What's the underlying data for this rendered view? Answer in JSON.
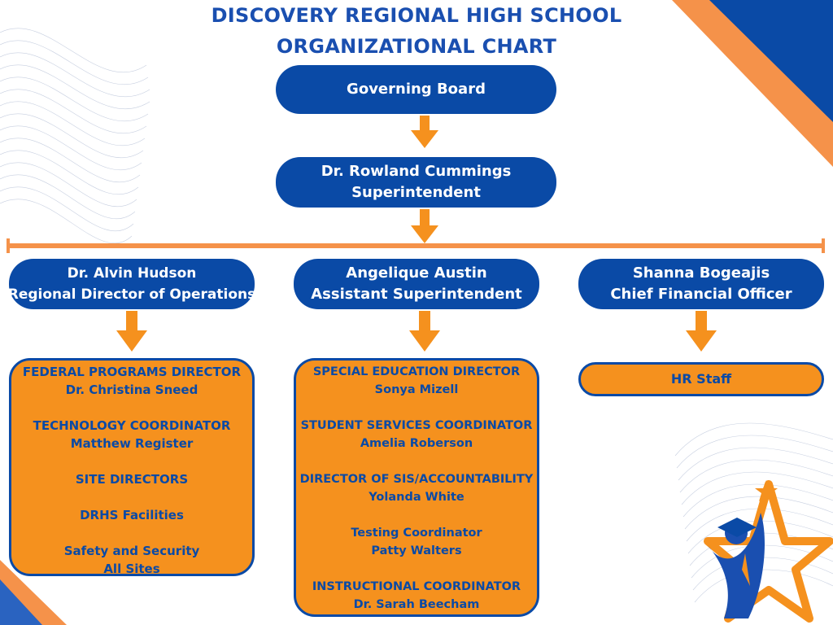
{
  "title": {
    "line1": "DISCOVERY REGIONAL HIGH SCHOOL",
    "line2": "ORGANIZATIONAL CHART"
  },
  "governing_board": "Governing Board",
  "superintendent": {
    "name": "Dr. Rowland Cummings",
    "role": "Superintendent"
  },
  "branches": [
    {
      "name": "Dr. Alvin Hudson",
      "role": "Regional Director of Operations",
      "reports": [
        [
          "FEDERAL PROGRAMS DIRECTOR",
          "Dr. Christina Sneed"
        ],
        [
          "TECHNOLOGY  COORDINATOR",
          "Matthew Register"
        ],
        [
          "SITE DIRECTORS"
        ],
        [
          "DRHS Facilities"
        ],
        [
          "Safety and Security",
          "All Sites"
        ]
      ]
    },
    {
      "name": "Angelique Austin",
      "role": "Assistant Superintendent",
      "reports": [
        [
          "SPECIAL EDUCATION DIRECTOR",
          "Sonya Mizell"
        ],
        [
          "STUDENT SERVICES COORDINATOR",
          "Amelia Roberson"
        ],
        [
          "DIRECTOR OF SIS/ACCOUNTABILITY",
          "Yolanda White"
        ],
        [
          "Testing Coordinator",
          "Patty Walters"
        ],
        [
          "INSTRUCTIONAL COORDINATOR",
          "Dr. Sarah Beecham"
        ]
      ]
    },
    {
      "name": "Shanna Bogeajis",
      "role": "Chief  Financial Officer",
      "reports": [
        [
          "HR Staff"
        ]
      ]
    }
  ],
  "colors": {
    "blue": "#0a4aa6",
    "orange": "#f5911e",
    "title_blue": "#1a4fb0"
  },
  "icons": [
    "graduate-star-logo-icon",
    "wave-lines-decoration"
  ]
}
